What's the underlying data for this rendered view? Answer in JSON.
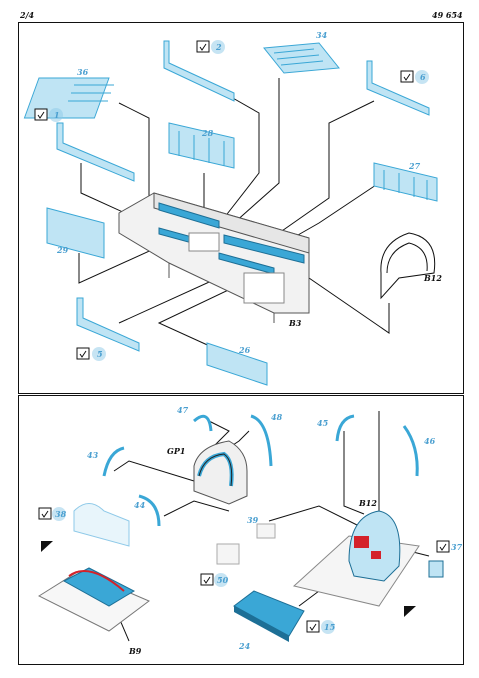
{
  "header": {
    "page": "2/4",
    "code": "49 654"
  },
  "top_labels": {
    "p1": "1",
    "p2": "2",
    "p6": "6",
    "p5": "5",
    "p26": "26",
    "p27": "27",
    "p28": "28",
    "p29": "29",
    "p34": "34",
    "p36": "36",
    "b12": "B12",
    "b3": "B3"
  },
  "bottom_labels": {
    "p15": "15",
    "p24": "24",
    "p37": "37",
    "p38": "38",
    "p39": "39",
    "p43": "43",
    "p44": "44",
    "p45": "45",
    "p46": "46",
    "p47": "47",
    "p48": "48",
    "p50": "50",
    "gp1": "GP1",
    "b9": "B9",
    "b12": "B12"
  },
  "colors": {
    "photoetch_blue": "#3aa7d6",
    "light_blue": "#bfe4f4",
    "badge_blue": "#8ec9e8",
    "line": "#111111",
    "red": "#d4222a"
  }
}
